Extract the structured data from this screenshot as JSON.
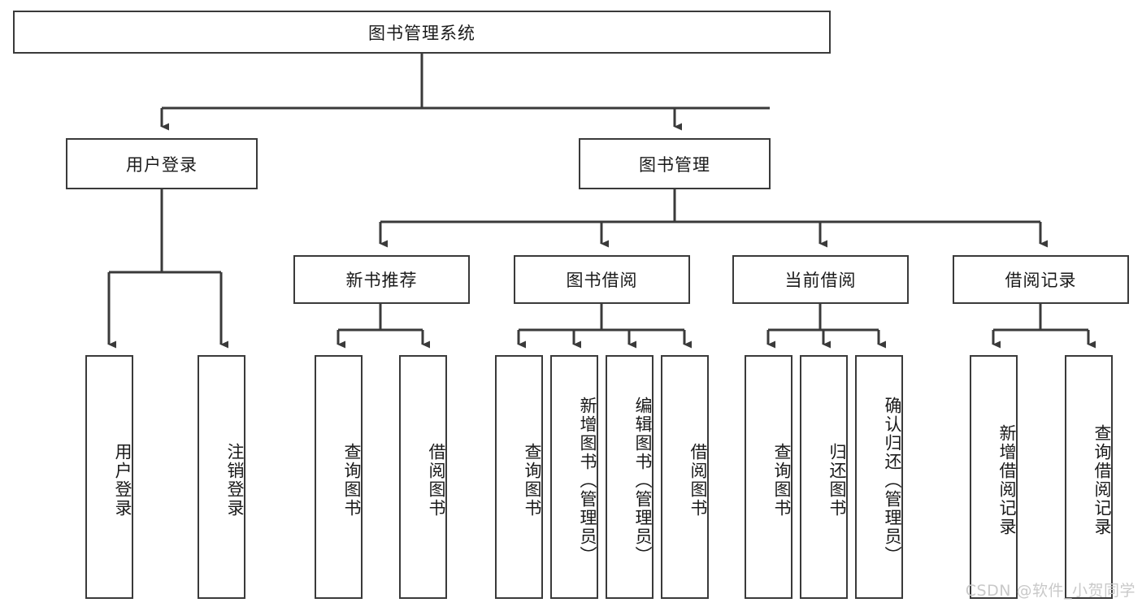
{
  "diagram": {
    "title": "图书管理系统",
    "type": "tree-hierarchy-chart",
    "colors": {
      "node_border": "#3a3a3a",
      "node_fill": "#ffffff",
      "edge": "#3a3a3a",
      "text": "#1a1a1a",
      "watermark": "#c9c9c9",
      "background": "#ffffff"
    },
    "root": {
      "label": "图书管理系统"
    },
    "level2": [
      {
        "label": "用户登录"
      },
      {
        "label": "图书管理"
      }
    ],
    "level3": [
      {
        "label": "新书推荐"
      },
      {
        "label": "图书借阅"
      },
      {
        "label": "当前借阅"
      },
      {
        "label": "借阅记录"
      }
    ],
    "leaves": {
      "user_login": [
        {
          "label": "用户登录"
        },
        {
          "label": "注销登录"
        }
      ],
      "new_book_recommend": [
        {
          "label": "查询图书"
        },
        {
          "label": "借阅图书"
        }
      ],
      "book_borrow": [
        {
          "label": "查询图书"
        },
        {
          "label": "新增图书（管理员）"
        },
        {
          "label": "编辑图书（管理员）"
        },
        {
          "label": "借阅图书"
        }
      ],
      "current_borrow": [
        {
          "label": "查询图书"
        },
        {
          "label": "归还图书"
        },
        {
          "label": "确认归还（管理员）"
        }
      ],
      "borrow_record": [
        {
          "label": "新增借阅记录"
        },
        {
          "label": "查询借阅记录"
        }
      ]
    }
  },
  "watermark": {
    "text": "CSDN @软件_小贺同学"
  }
}
